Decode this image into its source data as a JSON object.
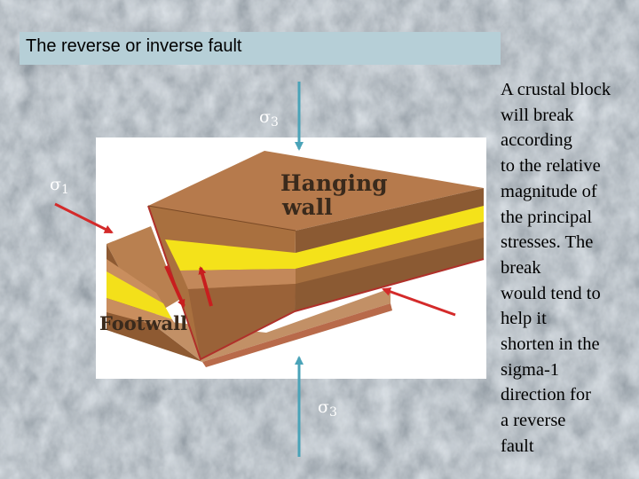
{
  "slide": {
    "title": "The reverse or inverse fault",
    "explanation": "A crustal block\nwill break\naccording\nto the relative\nmagnitude of\nthe principal\nstresses.  The\nbreak\nwould tend to\nhelp it\nshorten in the\nsigma-1\ndirection for\na reverse\nfault"
  },
  "diagram": {
    "hanging_wall_line1": "Hanging",
    "hanging_wall_line2": "wall",
    "footwall_label": "Footwall",
    "sigma_symbol": "σ",
    "sigma1_sub": "1",
    "sigma3_sub": "3",
    "colors": {
      "title_bg": "#b6cfd7",
      "red_arrow": "#d42a2a",
      "blue_arrow": "#4aa3b8",
      "yellow_layer": "#f4e21a",
      "brown_layer": "#a0693c",
      "top_surface": "#b87c4e"
    }
  }
}
